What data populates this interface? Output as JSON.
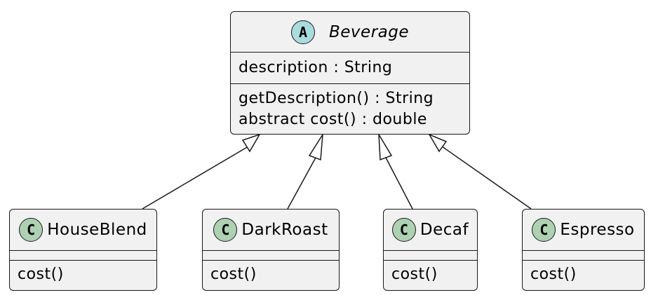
{
  "diagram": {
    "base_class": {
      "stereotype": "A",
      "name": "Beverage",
      "fields": [
        "description : String"
      ],
      "methods": [
        "getDescription() : String",
        "abstract cost() : double"
      ]
    },
    "subclasses": [
      {
        "stereotype": "C",
        "name": "HouseBlend",
        "methods": [
          "cost()"
        ]
      },
      {
        "stereotype": "C",
        "name": "DarkRoast",
        "methods": [
          "cost()"
        ]
      },
      {
        "stereotype": "C",
        "name": "Decaf",
        "methods": [
          "cost()"
        ]
      },
      {
        "stereotype": "C",
        "name": "Espresso",
        "methods": [
          "cost()"
        ]
      }
    ],
    "relationship": "inheritance",
    "colors": {
      "box_fill": "#f1f1f1",
      "border": "#181818",
      "abstract_badge": "#a9dcdf",
      "class_badge": "#add1b2",
      "background": "#ffffff"
    }
  }
}
